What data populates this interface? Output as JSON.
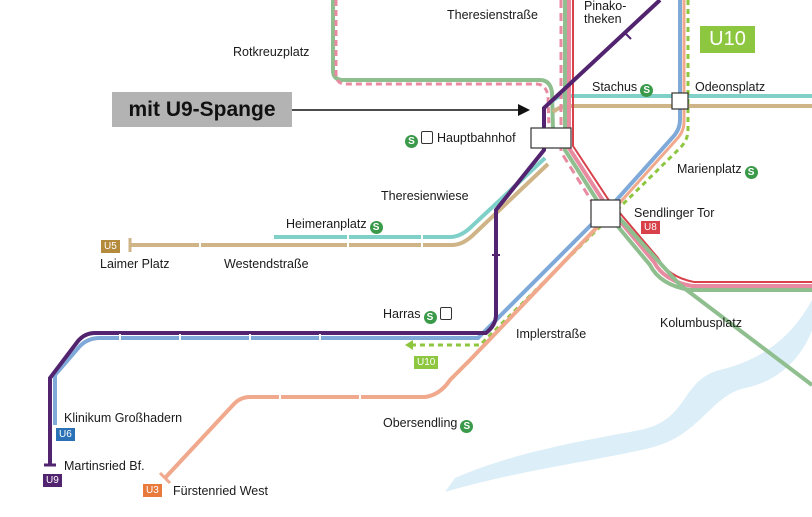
{
  "callout": {
    "label": "mit U9-Spange"
  },
  "line_badges": {
    "u10_main": "U10",
    "u10_small": "U10",
    "u5": "U5",
    "u6": "U6",
    "u9": "U9",
    "u3": "U3",
    "u8": "U8"
  },
  "stations": {
    "theresienstrasse": "Theresienstraße",
    "pinakotheken": "Pinako-\ntheken",
    "rotkreuzplatz": "Rotkreuzplatz",
    "stachus": "Stachus",
    "odeonsplatz": "Odeonsplatz",
    "hauptbahnhof": "Hauptbahnhof",
    "marienplatz": "Marienplatz",
    "theresienwiese": "Theresienwiese",
    "sendlinger_tor": "Sendlinger Tor",
    "heimeranplatz": "Heimeranplatz",
    "laimer_platz": "Laimer Platz",
    "westendstrasse": "Westendstraße",
    "harras": "Harras",
    "implerstrasse": "Implerstraße",
    "kolumbusplatz": "Kolumbusplatz",
    "klinikum_grosshadern": "Klinikum Großhadern",
    "obersendling": "Obersendling",
    "martinsried": "Martinsried Bf.",
    "fuerstenried_west": "Fürstenried West"
  },
  "icons": {
    "sbahn": "S",
    "tram": "tram-icon"
  },
  "colors": {
    "u1_u2_green": "#8fbf8f",
    "u2_pink": "#e88aa0",
    "u4_u5_teal": "#7fd0c8",
    "u5_tan": "#cfb487",
    "u3_orange": "#f0a98c",
    "u6_blue": "#7fa9d8",
    "u9_purple": "#52246f",
    "u8_red": "#d8404a",
    "u10_green": "#8dc63f",
    "river": "#dceef8"
  }
}
